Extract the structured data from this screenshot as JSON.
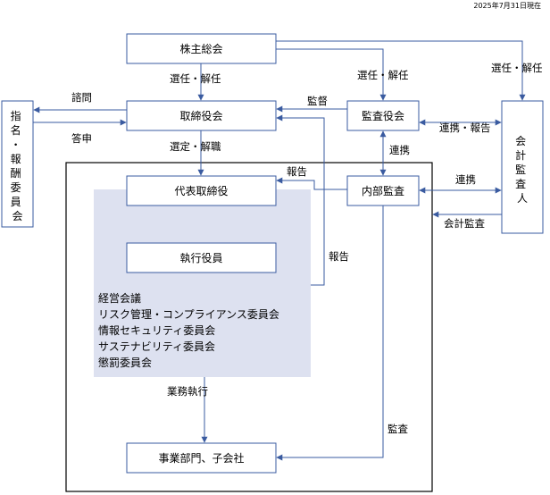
{
  "date_note": "2025年7月31日現在",
  "nodes": {
    "shareholders": "株主総会",
    "board": "取締役会",
    "audit_board": "監査役会",
    "nomination": [
      "指",
      "名",
      "・",
      "報",
      "酬",
      "委",
      "員",
      "会"
    ],
    "accounting_auditor": [
      "会",
      "計",
      "監",
      "査",
      "人"
    ],
    "ceo": "代表取締役",
    "officers": "執行役員",
    "internal_audit": "内部監査",
    "business": "事業部門、子会社"
  },
  "committees": [
    "経営会議",
    "リスク管理・コンプライアンス委員会",
    "情報セキュリティ委員会",
    "サステナビリティ委員会",
    "懲罰委員会"
  ],
  "labels": {
    "elect_board": "選任・解任",
    "elect_audit": "選任・解任",
    "elect_auditor": "選任・解任",
    "consult": "諮問",
    "reply": "答申",
    "supervise": "監督",
    "coop_report": "連携・報告",
    "select_dismiss": "選定・解職",
    "coop_vertical": "連携",
    "report_ceo": "報告",
    "coop_horizontal": "連携",
    "accounting_audit": "会計監査",
    "report_board": "報告",
    "execution": "業務執行",
    "audit": "監査"
  }
}
